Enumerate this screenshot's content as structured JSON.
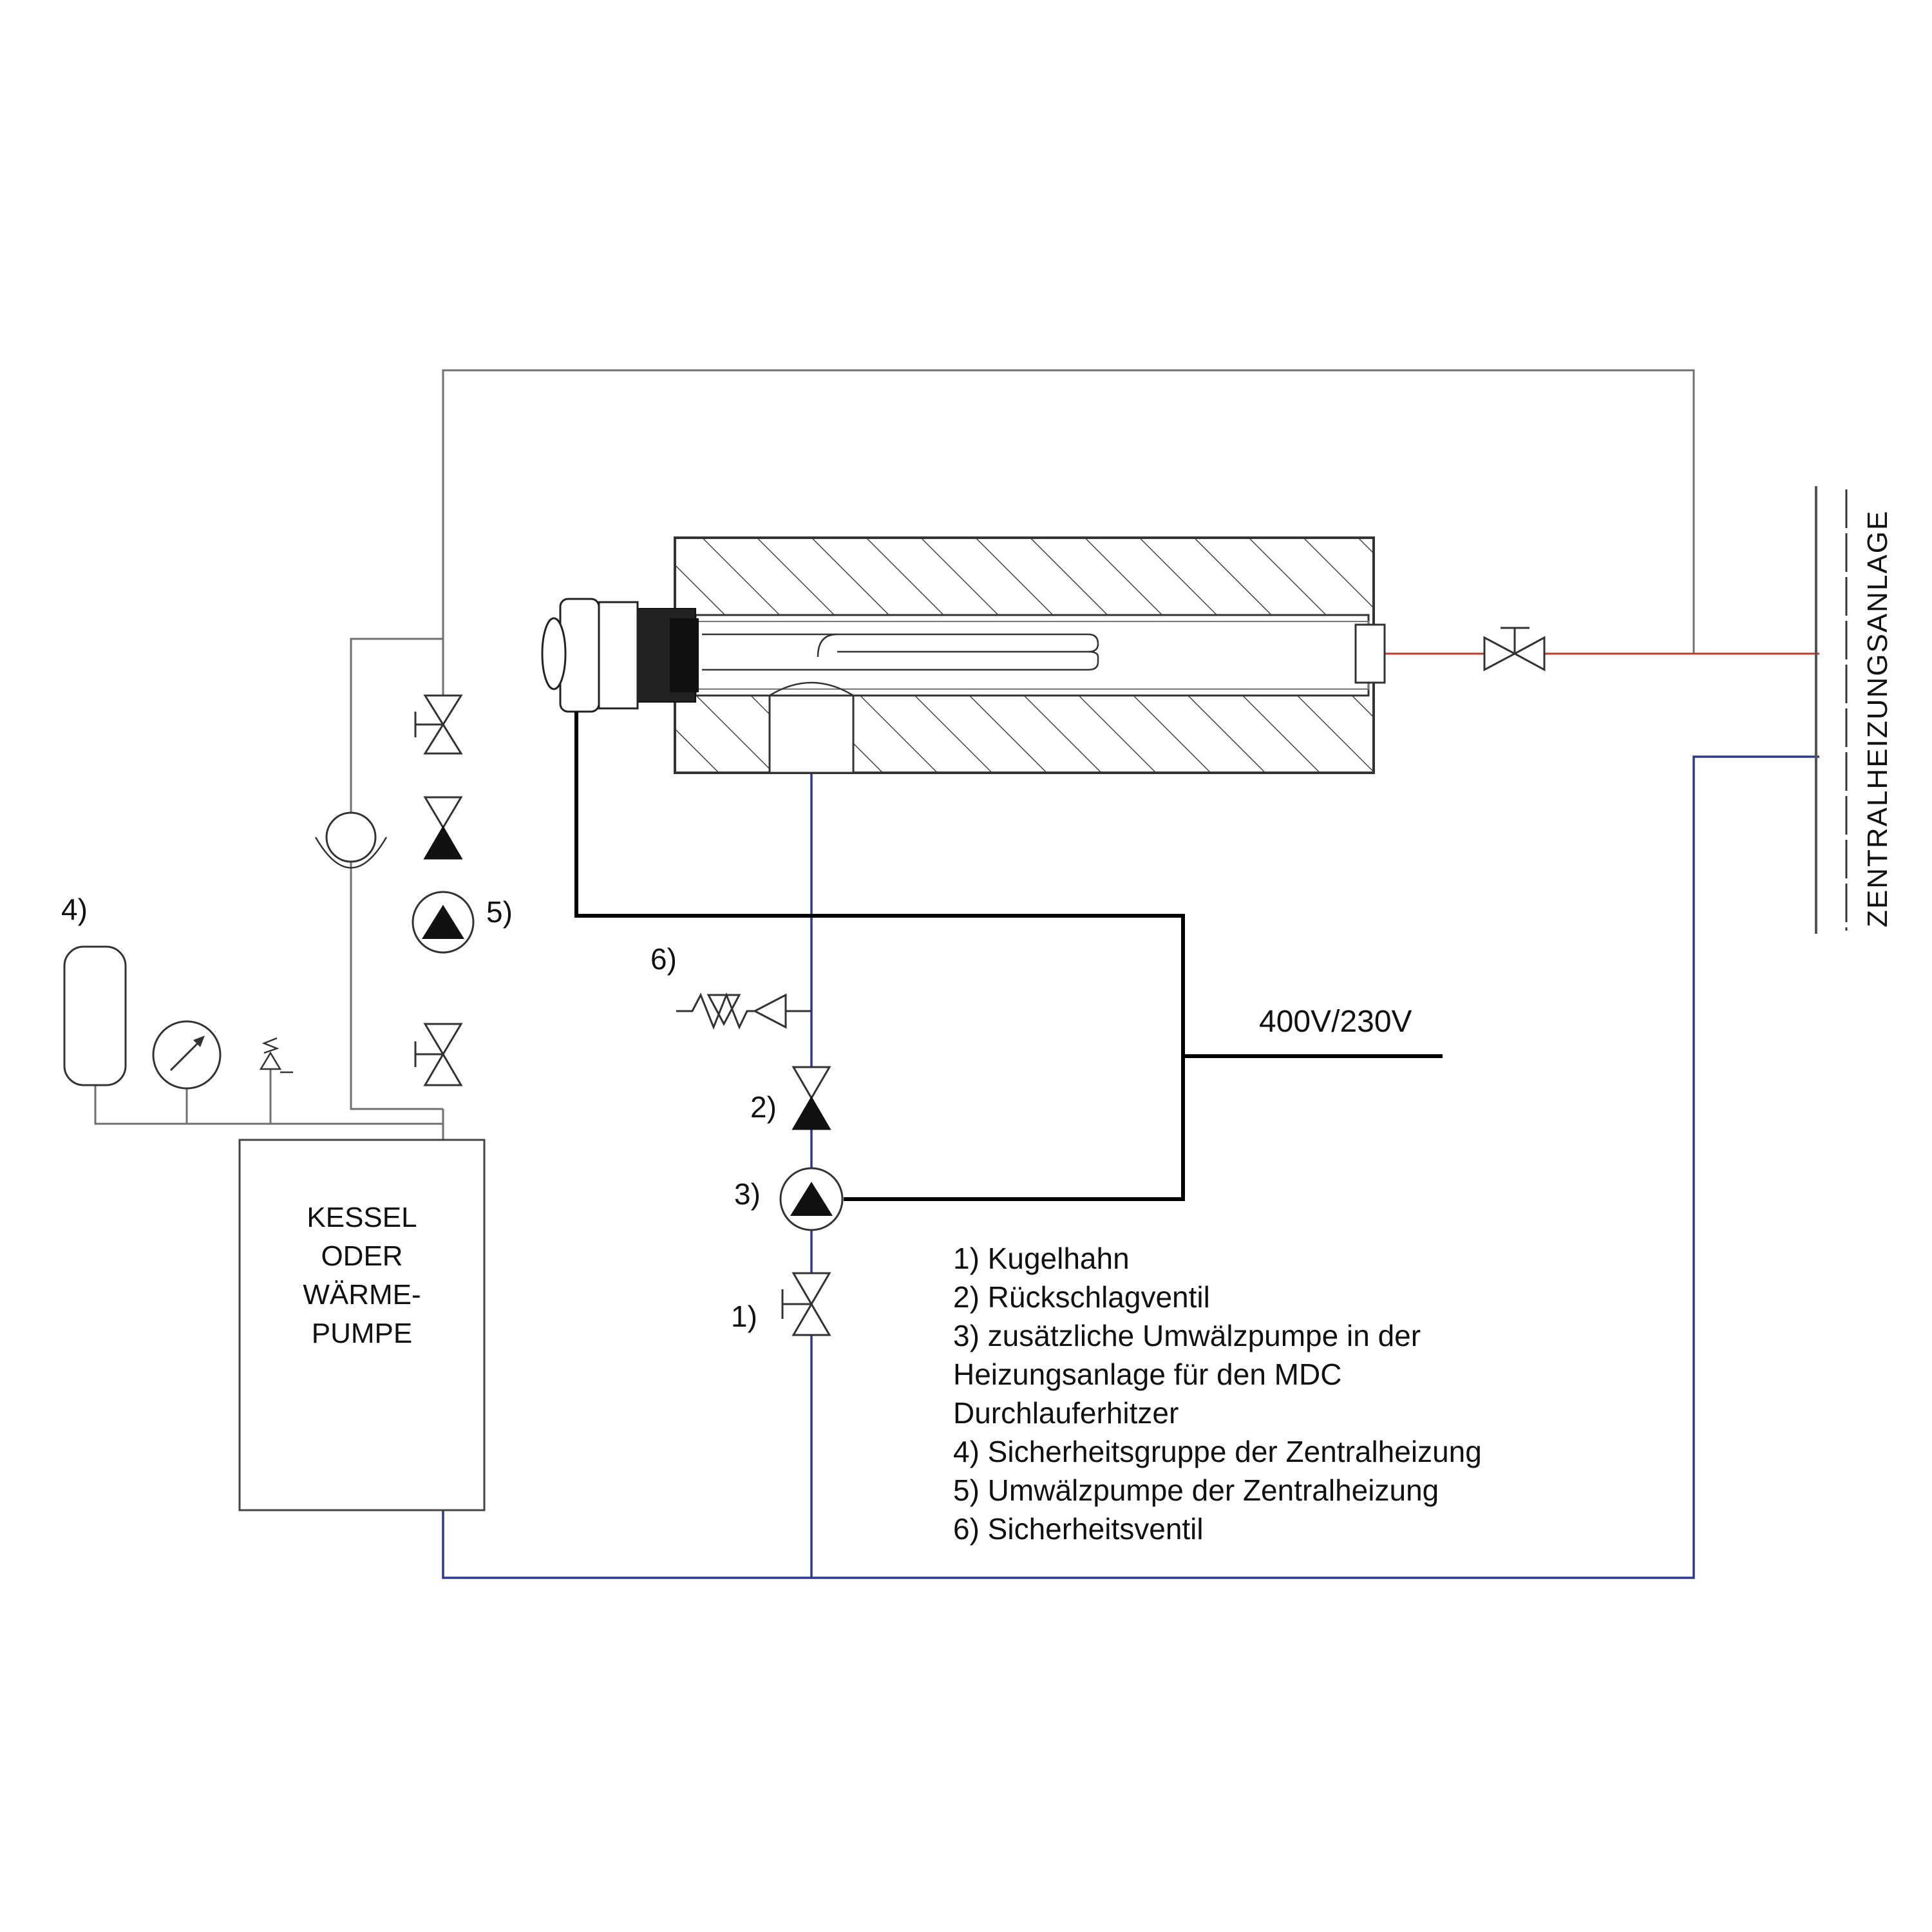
{
  "labels": {
    "item4": "4)",
    "item5": "5)",
    "item6": "6)",
    "item2": "2)",
    "item3": "3)",
    "item1": "1)",
    "voltage": "400V/230V",
    "central_heating": "ZENTRALHEIZUNGSANLAGE"
  },
  "boiler": {
    "lines": [
      "KESSEL",
      "ODER",
      "WÄRME-",
      "PUMPE"
    ]
  },
  "legend": {
    "lines": [
      "1) Kugelhahn",
      "2) Rückschlagventil",
      "3) zusätzliche Umwälzpumpe in der",
      "Heizungsanlage für den MDC",
      "Durchlauferhitzer",
      "4) Sicherheitsgruppe der Zentralheizung",
      "5) Umwälzpumpe der Zentralheizung",
      "6) Sicherheitsventil"
    ]
  },
  "colors": {
    "supply_line": "#c0392b",
    "return_line": "#2b3990",
    "power_line": "#000000",
    "pipe": "#707070"
  }
}
